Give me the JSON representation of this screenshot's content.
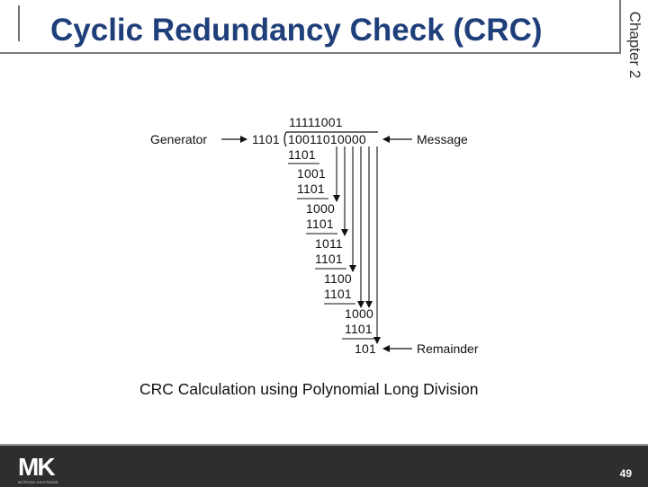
{
  "slide": {
    "title": "Cyclic Redundancy Check (CRC)",
    "chapter": "Chapter 2",
    "caption": "CRC Calculation using Polynomial Long Division",
    "page_number": "49",
    "logo_text": "MK",
    "logo_subtext": "MORGAN KAUFMANN"
  },
  "division": {
    "labels": {
      "generator": "Generator",
      "message": "Message",
      "remainder": "Remainder"
    },
    "quotient": "11111001",
    "generator_value": "1101",
    "message_value": "10011010000",
    "steps": [
      "1101",
      "1001",
      "1101",
      "1000",
      "1101",
      "1011",
      "1101",
      "1100",
      "1101",
      "1000",
      "1101"
    ],
    "remainder_value": "101"
  },
  "colors": {
    "title": "#1f3f7a",
    "footer": "#2e2e2e"
  }
}
